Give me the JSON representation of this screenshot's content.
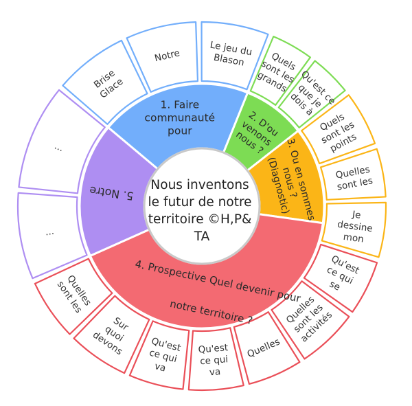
{
  "center": {
    "lines": [
      "Nous inventons",
      "le futur de notre",
      "territoire ©H,P&",
      "TA"
    ]
  },
  "sections": [
    {
      "id": "s1",
      "label_lines": [
        "1. Faire",
        "communauté",
        "pour"
      ],
      "color": "#72aefb",
      "stroke": "#72aefb",
      "outer_items": [
        {
          "lines": [
            "Brise",
            "Glace"
          ]
        },
        {
          "lines": [
            "Notre"
          ]
        },
        {
          "lines": [
            "Le jeu du",
            "Blason"
          ]
        }
      ]
    },
    {
      "id": "s2",
      "label_lines": [
        "2. D'ou",
        "venons",
        "nous ?"
      ],
      "color": "#7ddc54",
      "stroke": "#7ddc54",
      "outer_items": [
        {
          "lines": [
            "Quels",
            "sont les",
            "grands"
          ]
        },
        {
          "lines": [
            "Qu'est ce",
            "que je",
            "dois à"
          ]
        }
      ]
    },
    {
      "id": "s3",
      "label_lines": [
        "3. Ou en sommes",
        "nous ?",
        "(Diagnostic)"
      ],
      "color": "#fbb517",
      "stroke": "#fbb517",
      "outer_items": [
        {
          "lines": [
            "Quels",
            "sont les",
            "points"
          ]
        },
        {
          "lines": [
            "Quelles",
            "sont les"
          ]
        },
        {
          "lines": [
            "Je",
            "dessine",
            "mon"
          ]
        }
      ]
    },
    {
      "id": "s4",
      "label_lines": [
        "4. Prospective Quel devenir pour",
        "notre territoire ?"
      ],
      "color": "#f36a72",
      "stroke": "#ea4f58",
      "outer_items": [
        {
          "lines": [
            "Qu'est",
            "ce qui",
            "se"
          ]
        },
        {
          "lines": [
            "Quelles",
            "sont les",
            "activités"
          ]
        },
        {
          "lines": [
            "Quelles"
          ]
        },
        {
          "lines": [
            "Qu'est",
            "ce qui",
            "va"
          ]
        },
        {
          "lines": [
            "Qu'est",
            "ce qui",
            "va"
          ]
        },
        {
          "lines": [
            "Sur",
            "quoi",
            "devons"
          ]
        },
        {
          "lines": [
            "Quelles",
            "sont les"
          ]
        }
      ]
    },
    {
      "id": "s5",
      "label_lines": [
        "5. Notre"
      ],
      "color": "#ae8ef2",
      "stroke": "#ae8ef2",
      "outer_items": [
        {
          "lines": [
            "..."
          ]
        },
        {
          "lines": [
            "..."
          ]
        }
      ]
    }
  ]
}
